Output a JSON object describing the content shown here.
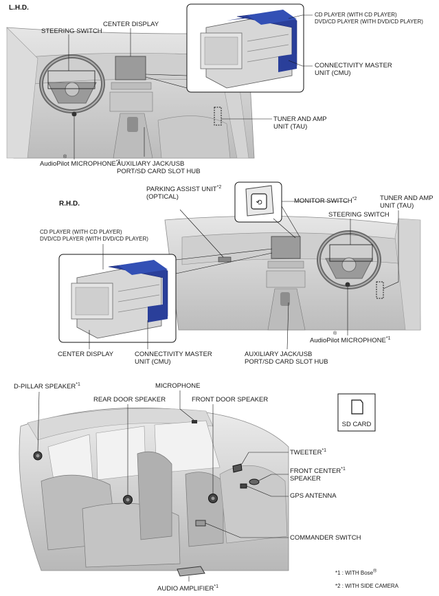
{
  "sections": {
    "lhd": "L.H.D.",
    "rhd": "R.H.D."
  },
  "lhd_labels": {
    "steering_switch": "STEERING SWITCH",
    "center_display": "CENTER DISPLAY",
    "cd_player_1": "CD PLAYER (WITH CD PLAYER)",
    "cd_player_2": "DVD/CD PLAYER (WITH DVD/CD PLAYER)",
    "cmu_1": "CONNECTIVITY MASTER",
    "cmu_2": "UNIT (CMU)",
    "tau_1": "TUNER AND AMP",
    "tau_2": "UNIT (TAU)",
    "mic_reg": "®",
    "mic": "AudioPilot MICROPHONE",
    "mic_note": "*1",
    "aux_1": "AUXILIARY JACK/USB",
    "aux_2": "PORT/SD CARD SLOT HUB"
  },
  "rhd_labels": {
    "park_1": "PARKING ASSIST UNIT",
    "park_note": "*2",
    "park_2": "(OPTICAL)",
    "monitor": "MONITOR SWITCH",
    "monitor_note": "*2",
    "tau_1": "TUNER AND AMP",
    "tau_2": "UNIT (TAU)",
    "steering_switch": "STEERING SWITCH",
    "cd_player_1": "CD PLAYER (WITH CD PLAYER)",
    "cd_player_2": "DVD/CD PLAYER (WITH DVD/CD PLAYER)",
    "center_display": "CENTER DISPLAY",
    "cmu_1": "CONNECTIVITY MASTER",
    "cmu_2": "UNIT (CMU)",
    "aux_1": "AUXILIARY JACK/USB",
    "aux_2": "PORT/SD CARD SLOT HUB",
    "mic_reg": "®",
    "mic": "AudioPilot MICROPHONE",
    "mic_note": "*1"
  },
  "cabin_labels": {
    "d_pillar": "D-PILLAR SPEAKER",
    "d_pillar_note": "*1",
    "rear_door": "REAR DOOR SPEAKER",
    "microphone": "MICROPHONE",
    "front_door": "FRONT DOOR SPEAKER",
    "sd_card": "SD CARD",
    "tweeter": "TWEETER",
    "tweeter_note": "*1",
    "front_center_1": "FRONT CENTER",
    "front_center_note": "*1",
    "front_center_2": "SPEAKER",
    "gps": "GPS ANTENNA",
    "commander": "COMMANDER SWITCH",
    "amp": "AUDIO AMPLIFIER",
    "amp_note": "*1"
  },
  "footnotes": {
    "note1_prefix": "*1 : WITH Bose",
    "note1_reg": "®",
    "note2": "*2 : WITH SIDE CAMERA"
  },
  "colors": {
    "unit_blue": "#2a3f9a",
    "unit_top": "#1f2f80",
    "line": "#1a1a1a",
    "shade": "#d8d8d8"
  }
}
